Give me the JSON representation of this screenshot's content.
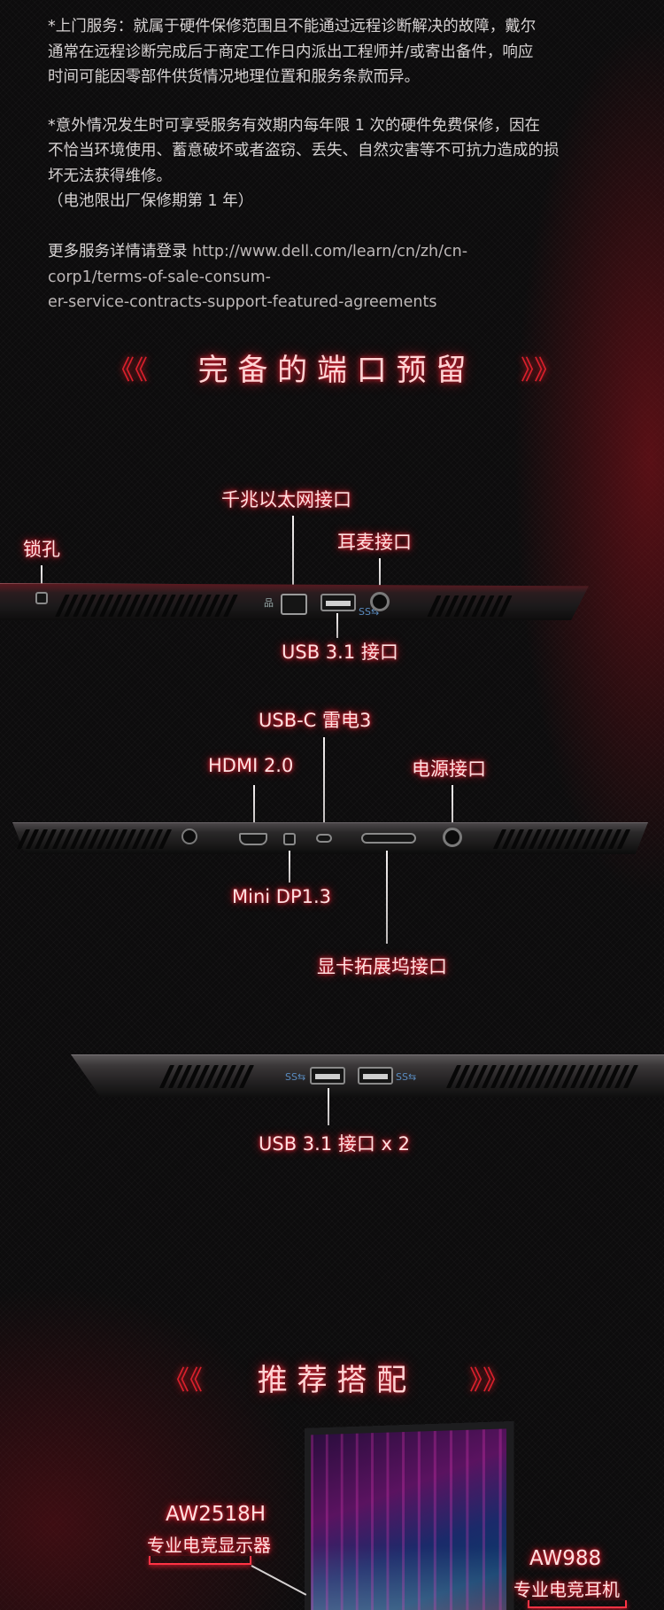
{
  "notes": {
    "p1": "*上门服务：就属于硬件保修范围且不能通过远程诊断解决的故障，戴尔\n通常在远程诊断完成后于商定工作日内派出工程师并/或寄出备件，响应\n时间可能因零部件供货情况地理位置和服务条款而异。",
    "p2": "*意外情况发生时可享受服务有效期内每年限 1 次的硬件免费保修，因在\n不恰当环境使用、蓄意破坏或者盗窃、丢失、自然灾害等不可抗力造成的损\n坏无法获得维修。\n（电池限出厂保修期第 1 年）",
    "p3_prefix": " 更多服务详情请登录 ",
    "url": "http://www.dell.com/learn/cn/zh/cn-\ncorp1/terms-of-sale-consum-\ner-service-contracts-support-featured-agreements"
  },
  "sections": {
    "ports_title": "完 备 的 端 口 预 留",
    "recommend_title": "推 荐 搭 配",
    "chevron_left": "《《",
    "chevron_right": "》》"
  },
  "ports": {
    "left_side": {
      "lock": "锁孔",
      "ethernet": "千兆以太网接口",
      "audio": "耳麦接口",
      "usb": "USB 3.1 接口"
    },
    "rear": {
      "usbc": "USB-C 雷电3",
      "hdmi": "HDMI 2.0",
      "power": "电源接口",
      "minidp": "Mini DP1.3",
      "graphics": "显卡拓展坞接口"
    },
    "right_side": {
      "usb": "USB 3.1 接口 x 2"
    }
  },
  "products": {
    "monitor_model": "AW2518H",
    "monitor_desc": "专业电竞显示器",
    "headset_model": "AW988",
    "headset_desc": "专业电竞耳机"
  }
}
